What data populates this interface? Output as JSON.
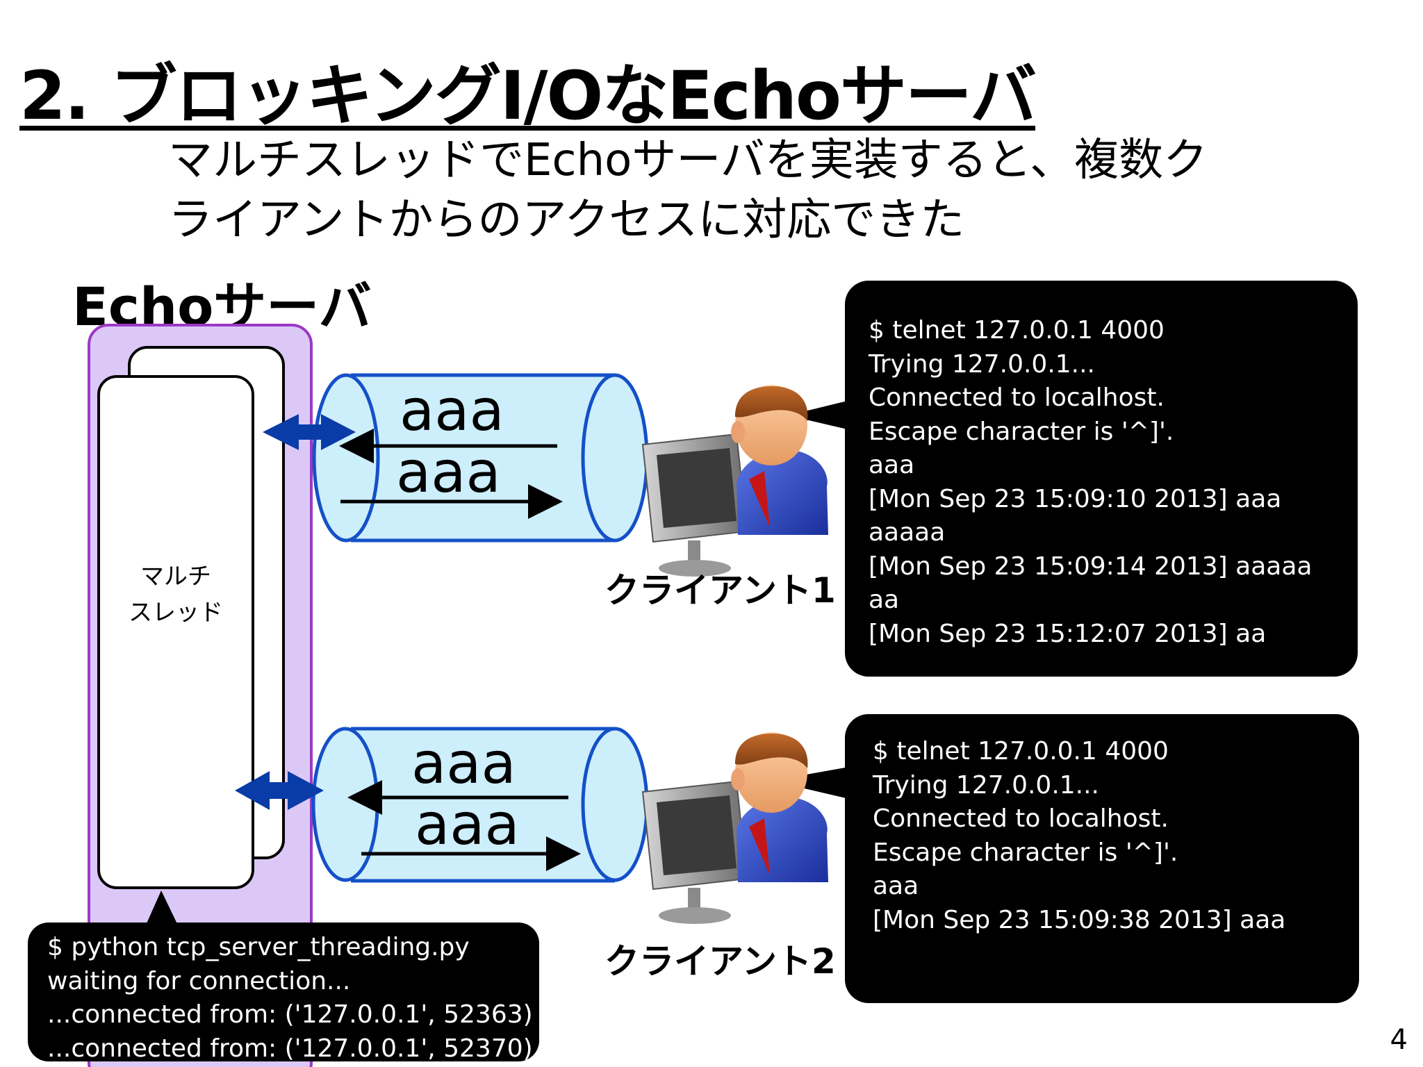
{
  "slide": {
    "title": "2. ブロッキングI/OなEchoサーバ",
    "subtitle_lines": [
      "マルチスレッドでEchoサーバを実装すると、複数ク",
      "ライアントからのアクセスに対応できた"
    ],
    "page_number": "4"
  },
  "server": {
    "label": "Echoサーバ",
    "thread_label_lines": [
      "マルチ",
      "スレッド"
    ],
    "terminal_lines": [
      "$ python tcp_server_threading.py",
      "waiting for connection...",
      "...connected from: ('127.0.0.1', 52363)",
      "...connected from: ('127.0.0.1', 52370)"
    ]
  },
  "connections": [
    {
      "sent": "aaa",
      "received": "aaa"
    },
    {
      "sent": "aaa",
      "received": "aaa"
    }
  ],
  "clients": [
    {
      "label": "クライアント1",
      "terminal_lines": [
        "$ telnet 127.0.0.1 4000",
        "Trying 127.0.0.1...",
        "Connected to localhost.",
        "Escape character is '^]'.",
        "aaa",
        "[Mon Sep 23 15:09:10 2013] aaa",
        "aaaaa",
        "[Mon Sep 23 15:09:14 2013] aaaaa",
        "aa",
        "[Mon Sep 23 15:12:07 2013] aa"
      ]
    },
    {
      "label": "クライアント2",
      "terminal_lines": [
        "$ telnet 127.0.0.1 4000",
        "Trying 127.0.0.1...",
        "Connected to localhost.",
        "Escape character is '^]'.",
        "aaa",
        "[Mon Sep 23 15:09:38 2013] aaa"
      ]
    }
  ],
  "colors": {
    "server_fill": "#dcc8f7",
    "server_border": "#9b39c4",
    "pipe_fill": "#cdeefb",
    "pipe_stroke": "#1450c8",
    "double_arrow": "#0a3ca8"
  }
}
